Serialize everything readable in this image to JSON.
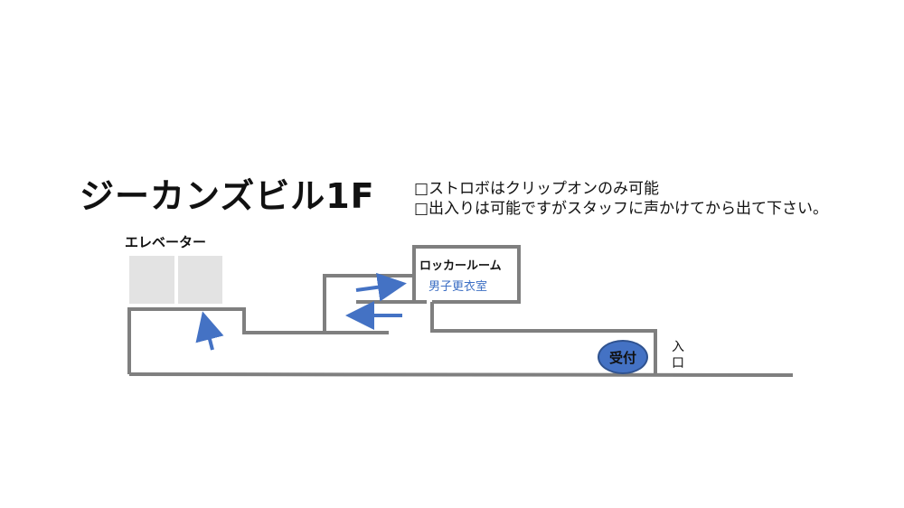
{
  "title": "ジーカンズビル1F",
  "notes": [
    "□ストロボはクリップオンのみ可能",
    "□出入りは可能ですがスタッフに声かけてから出て下さい。"
  ],
  "labels": {
    "elevator": "エレベーター",
    "locker_room": "ロッカールーム",
    "locker_room_sub": "男子更衣室",
    "reception": "受付",
    "entrance": "入口"
  },
  "colors": {
    "wall": "#7f7f7f",
    "elevator_door": "#e3e3e3",
    "arrow": "#4472c4",
    "reception_fill": "#4472c4",
    "sublabel": "#3d6fc4"
  }
}
